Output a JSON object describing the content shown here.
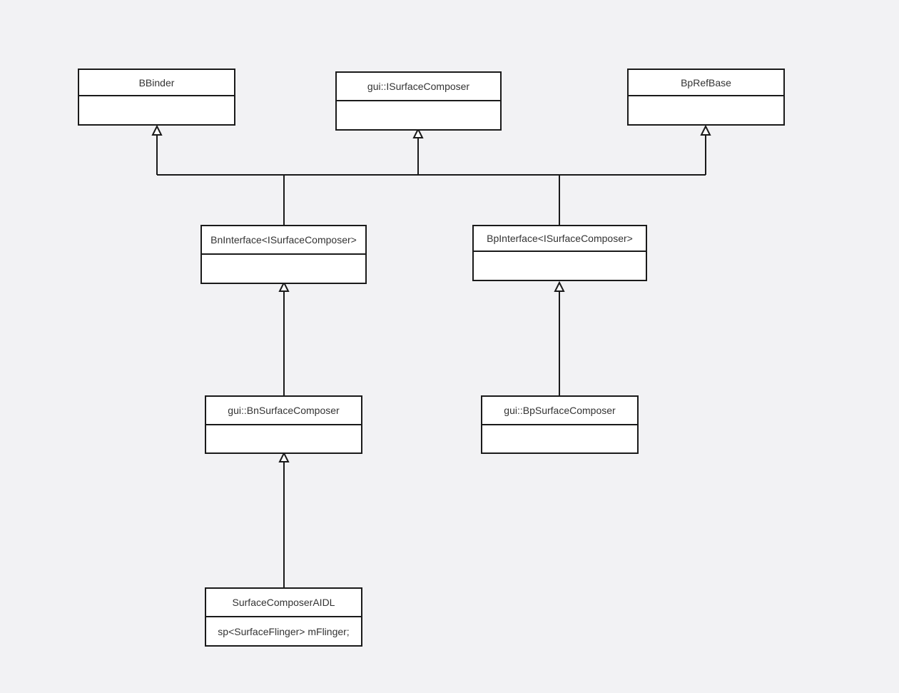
{
  "classes": {
    "bbinder": {
      "name": "BBinder",
      "body": ""
    },
    "isurface_composer": {
      "name": "gui::ISurfaceComposer",
      "body": ""
    },
    "bprefbase": {
      "name": "BpRefBase",
      "body": ""
    },
    "bninterface": {
      "name": "BnInterface<ISurfaceComposer>",
      "body": ""
    },
    "bpinterface": {
      "name": "BpInterface<ISurfaceComposer>",
      "body": ""
    },
    "bnsurface_composer": {
      "name": "gui::BnSurfaceComposer",
      "body": ""
    },
    "bpsurface_composer": {
      "name": "gui::BpSurfaceComposer",
      "body": ""
    },
    "surface_composer_aidl": {
      "name": "SurfaceComposerAIDL",
      "body": "sp<SurfaceFlinger> mFlinger;"
    }
  },
  "relations": [
    {
      "type": "inheritance",
      "from": "bninterface",
      "to": "bbinder"
    },
    {
      "type": "inheritance",
      "from": "bninterface",
      "to": "isurface_composer"
    },
    {
      "type": "inheritance",
      "from": "bpinterface",
      "to": "isurface_composer"
    },
    {
      "type": "inheritance",
      "from": "bpinterface",
      "to": "bprefbase"
    },
    {
      "type": "inheritance",
      "from": "bnsurface_composer",
      "to": "bninterface"
    },
    {
      "type": "inheritance",
      "from": "bpsurface_composer",
      "to": "bpinterface"
    },
    {
      "type": "inheritance",
      "from": "surface_composer_aidl",
      "to": "bnsurface_composer"
    }
  ]
}
